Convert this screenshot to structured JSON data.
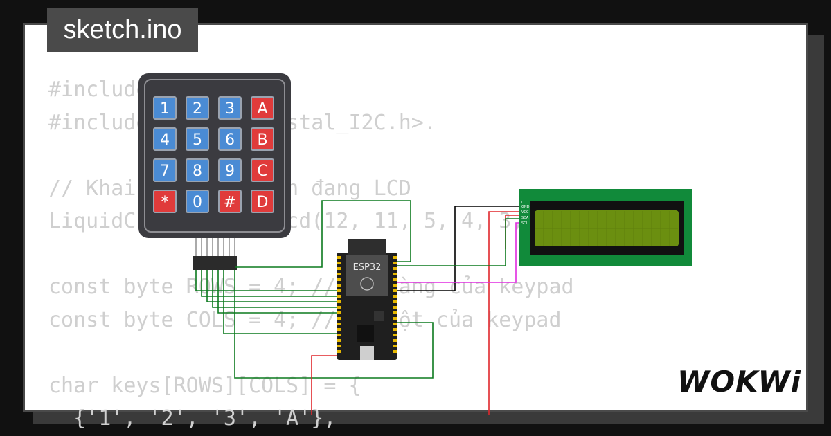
{
  "title": "sketch.ino",
  "code_lines": [
    "#include <Keypad.h>",
    "#include <LiquidCrystal_I2C.h>.",
    "",
    "// Khai báo màn hình đang LCD",
    "LiquidCrystal_I2C lcd(12, 11, 5, 4, 3, 2);",
    "",
    "const byte ROWS = 4; // số hàng của keypad",
    "const byte COLS = 4; // số cột của keypad",
    "",
    "char keys[ROWS][COLS] = {",
    "  {'1', '2', '3', 'A'},"
  ],
  "keypad": {
    "keys": [
      {
        "label": "1",
        "color": "blue"
      },
      {
        "label": "2",
        "color": "blue"
      },
      {
        "label": "3",
        "color": "blue"
      },
      {
        "label": "A",
        "color": "red"
      },
      {
        "label": "4",
        "color": "blue"
      },
      {
        "label": "5",
        "color": "blue"
      },
      {
        "label": "6",
        "color": "blue"
      },
      {
        "label": "B",
        "color": "red"
      },
      {
        "label": "7",
        "color": "blue"
      },
      {
        "label": "8",
        "color": "blue"
      },
      {
        "label": "9",
        "color": "blue"
      },
      {
        "label": "C",
        "color": "red"
      },
      {
        "label": "*",
        "color": "red"
      },
      {
        "label": "0",
        "color": "blue"
      },
      {
        "label": "#",
        "color": "red"
      },
      {
        "label": "D",
        "color": "red"
      }
    ]
  },
  "board": {
    "label": "ESP32"
  },
  "lcd": {
    "pins": [
      "L",
      "GND",
      "VCC",
      "SDA",
      "SCL"
    ]
  },
  "logo": "WOKWi",
  "colors": {
    "background": "#111111",
    "card": "#ffffff",
    "code_text": "#cfcfcf",
    "title_bg": "#4a4a4a",
    "wire_green": "#0c7a1e",
    "wire_red": "#e0262b",
    "wire_magenta": "#e02be0",
    "wire_black": "#000000",
    "lcd_board": "#118a3a",
    "lcd_screen": "#6b8f10",
    "key_blue": "#4a8bd4",
    "key_red": "#e03b3b"
  }
}
